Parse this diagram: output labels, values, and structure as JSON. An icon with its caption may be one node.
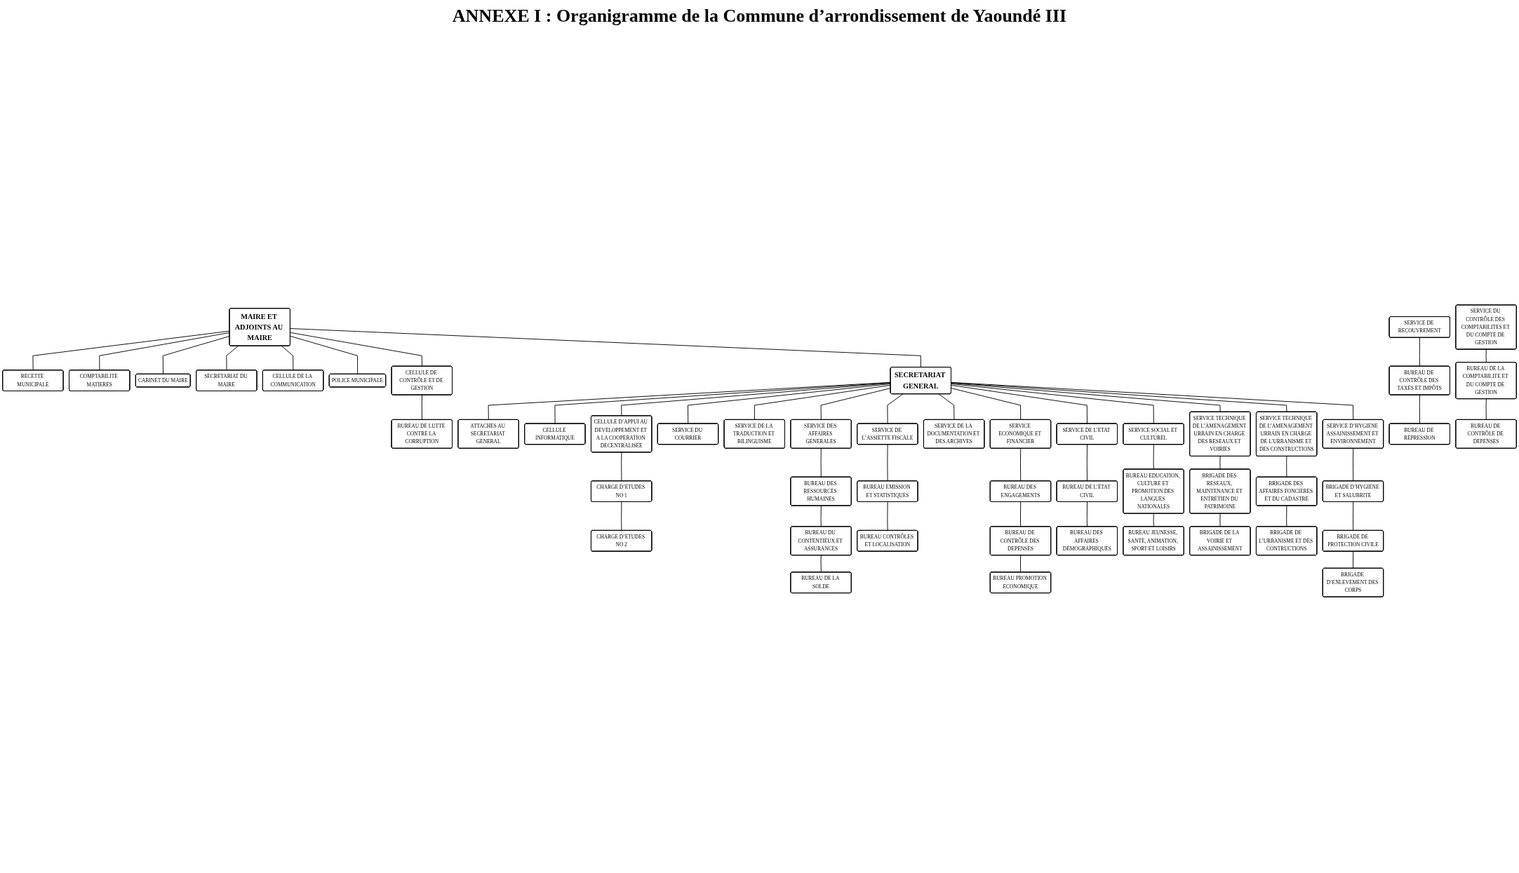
{
  "diagram": {
    "title": "ANNEXE I : Organigramme de la Commune d’arrondissement de Yaoundé III",
    "nodes": [
      {
        "text": [
          "RECETTE MUNICIPALE"
        ]
      },
      {
        "text": [
          "MAIRE ET ADJOINTS AU MAIRE"
        ]
      },
      {
        "text": [
          "CELLULE DE LA COMMUNICATION"
        ]
      },
      {
        "text": [
          "SERVICE DU CONTRÔLE DES COMPTABILITES ET DU COMPTE DE GESTION"
        ]
      },
      {
        "text": [
          "SERVICE DE RECOUVREMENT"
        ]
      },
      {
        "text": [
          "COMPTABILITE MATIERES"
        ]
      },
      {
        "text": [
          "POLICE MUNICIPALE"
        ]
      },
      {
        "text": [
          "CABINET DU MAIRE"
        ]
      },
      {
        "text": [
          "BUREAU DE CONTRÔLE DES TAXES ET IMPÔTS"
        ]
      },
      {
        "text": [
          "CELLULE DE CONTRÔLE ET DE GESTION"
        ]
      },
      {
        "text": [
          "SECRETARIAT DU MAIRE"
        ]
      },
      {
        "text": [
          "SECRETARIAT GENERAL"
        ]
      },
      {
        "text": [
          "BUREAU DE LA COMPTABILITE ET DU COMPTE DE GESTION"
        ]
      },
      {
        "text": [
          "ATTACHES AU SECRETARIAT GENERAL"
        ]
      },
      {
        "text": [
          "BUREAU DE REPRESSION"
        ]
      },
      {
        "text": [
          "BUREAU DE LUTTE CONTRE LA CORRUPTION"
        ]
      },
      {
        "text": [
          "BUREAU DE CONTRÔLE DE DEPENSES"
        ]
      },
      {
        "text": [
          "CELLULE INFORMATIQUE"
        ]
      },
      {
        "text": [
          "CELLULE D’APPUI AU DEVELOPPEMENT ET A LA COOPERATION DECENTRALISEE"
        ]
      },
      {
        "text": [
          "CHARGE D’ETUDES NO 1"
        ]
      },
      {
        "text": [
          "SERVICE DU COURRIER"
        ]
      },
      {
        "text": [
          "SERVICE DE LA TRADUCTION ET BILINGUISME"
        ]
      },
      {
        "text": [
          "CHARGE D’ETUDES NO 2"
        ]
      },
      {
        "text": [
          "SERVICE DES AFFAIRES GENERALES"
        ]
      },
      {
        "text": [
          "SERVICE DE L’ASSIETTE FISCALE"
        ]
      },
      {
        "text": [
          "SERVICE DE LA DOCUMENTATION ET DES ARCHIVES"
        ]
      },
      {
        "text": [
          "SERVICE ECONOMIQUE ET FINANCIER"
        ]
      },
      {
        "text": [
          "SERVICE DE L’ETAT CIVIL"
        ]
      },
      {
        "text": [
          "SERVICE SOCIAL ET CULTUREL"
        ]
      },
      {
        "text": [
          "SERVICE TECHNIQUE DE L’AMENAGEMENT URBAIN EN CHARGE DES RESEAUX ET VOIRIES"
        ]
      },
      {
        "text": [
          "SERVICE TECHNIQUE DE L’AMENAGEMENT URBAIN EN CHARGE DE L’URBANISME ET DES CONSTRUCTIONS"
        ]
      },
      {
        "text": [
          "SERVICE D’HYGIENE ASSAINISSEMENT ET ENVIRONNEMENT"
        ]
      },
      {
        "text": [
          "BUREAU DES RESSOURCES HUMAINES"
        ]
      },
      {
        "text": [
          "BUREAU EMISSION ET STATISTIQUES"
        ]
      },
      {
        "text": [
          "BUREAU DES ENGAGEMENTS"
        ]
      },
      {
        "text": [
          "BUREAU DE L’ETAT CIVIL"
        ]
      },
      {
        "text": [
          "BUREAU EDUCATION, CULTURE ET PROMOTION DES LANGUES NATIONALES"
        ]
      },
      {
        "text": [
          "BRIGADE DES RESEAUX, MAINTENANCE ET ENTRETIEN DU PATRIMOINE"
        ]
      },
      {
        "text": [
          "BRIGADE D’HYGIENE ET SALUBRITE"
        ]
      },
      {
        "text": [
          "BRIGADE DES AFFAIRES FONCIERES ET DU CADASTRE"
        ]
      },
      {
        "text": [
          "BUREAU DU CONTENTIEUX ET ASSURANCES"
        ]
      },
      {
        "text": [
          "BUREAU CONTRÔLES ET LOCALISATION"
        ]
      },
      {
        "text": [
          "BUREAU DE CONTRÔLE DES DEPENSES"
        ]
      },
      {
        "text": [
          "BUREAU DES AFFAIRES DEMOGRAPHIQUES"
        ]
      },
      {
        "text": [
          "BUREAU JEUNESSE, SANTE, ANIMATION, SPORT ET LOISIRS"
        ]
      },
      {
        "text": [
          "BRIGADE DE PROTECTION CIVILE"
        ]
      },
      {
        "text": [
          "BRIGADE DE LA VOIRIE ET ASSAINISSEMENT"
        ]
      },
      {
        "text": [
          "BRIGADE DE L’URBANISME ET DES CONTRUCTIONS"
        ]
      },
      {
        "text": [
          "BUREAU DE LA SOLDE"
        ]
      },
      {
        "text": [
          "BUREAU PROMOTION ECONOMIQUE"
        ]
      },
      {
        "text": [
          "BRIGADE D’ENLEVEMENT DES CORPS"
        ]
      }
    ],
    "edges": [
      {
        "from": 1,
        "to": 0,
        "arrow": "none"
      },
      {
        "from": 1,
        "to": 5,
        "arrow": "none"
      },
      {
        "from": 1,
        "to": 7,
        "arrow": "none"
      },
      {
        "from": 1,
        "to": 10,
        "arrow": "none"
      },
      {
        "from": 1,
        "to": 2,
        "arrow": "none"
      },
      {
        "from": 1,
        "to": 6,
        "arrow": "none"
      },
      {
        "from": 1,
        "to": 9,
        "arrow": "none"
      },
      {
        "from": 1,
        "to": 11,
        "arrow": "none"
      },
      {
        "from": 3,
        "to": 12,
        "arrow": "none"
      },
      {
        "from": 12,
        "to": 16,
        "arrow": "none"
      },
      {
        "from": 4,
        "to": 8,
        "arrow": "none"
      },
      {
        "from": 8,
        "to": 14,
        "arrow": "none"
      },
      {
        "from": 9,
        "to": 15,
        "arrow": "none"
      },
      {
        "from": 11,
        "to": 13,
        "arrow": "none"
      },
      {
        "from": 11,
        "to": 17,
        "arrow": "none"
      },
      {
        "from": 11,
        "to": 18,
        "arrow": "none"
      },
      {
        "from": 11,
        "to": 20,
        "arrow": "none"
      },
      {
        "from": 11,
        "to": 21,
        "arrow": "none"
      },
      {
        "from": 18,
        "to": 19,
        "arrow": "none"
      },
      {
        "from": 19,
        "to": 22,
        "arrow": "none"
      },
      {
        "from": 11,
        "to": 23,
        "arrow": "none"
      },
      {
        "from": 11,
        "to": 24,
        "arrow": "none"
      },
      {
        "from": 11,
        "to": 25,
        "arrow": "none"
      },
      {
        "from": 11,
        "to": 26,
        "arrow": "none"
      },
      {
        "from": 11,
        "to": 27,
        "arrow": "none"
      },
      {
        "from": 11,
        "to": 28,
        "arrow": "none"
      },
      {
        "from": 11,
        "to": 29,
        "arrow": "none"
      },
      {
        "from": 11,
        "to": 30,
        "arrow": "none"
      },
      {
        "from": 11,
        "to": 31,
        "arrow": "none"
      },
      {
        "from": 23,
        "to": 32,
        "arrow": "none"
      },
      {
        "from": 32,
        "to": 40,
        "arrow": "none"
      },
      {
        "from": 40,
        "to": 48,
        "arrow": "none"
      },
      {
        "from": 24,
        "to": 33,
        "arrow": "none"
      },
      {
        "from": 33,
        "to": 41,
        "arrow": "none"
      },
      {
        "from": 26,
        "to": 34,
        "arrow": "none"
      },
      {
        "from": 34,
        "to": 42,
        "arrow": "none"
      },
      {
        "from": 42,
        "to": 49,
        "arrow": "none"
      },
      {
        "from": 27,
        "to": 35,
        "arrow": "none"
      },
      {
        "from": 35,
        "to": 43,
        "arrow": "none"
      },
      {
        "from": 28,
        "to": 36,
        "arrow": "none"
      },
      {
        "from": 36,
        "to": 44,
        "arrow": "none"
      },
      {
        "from": 29,
        "to": 37,
        "arrow": "none"
      },
      {
        "from": 37,
        "to": 46,
        "arrow": "none"
      },
      {
        "from": 30,
        "to": 39,
        "arrow": "none"
      },
      {
        "from": 39,
        "to": 47,
        "arrow": "none"
      },
      {
        "from": 31,
        "to": 38,
        "arrow": "none"
      },
      {
        "from": 38,
        "to": 45,
        "arrow": "none"
      },
      {
        "from": 45,
        "to": 50,
        "arrow": "none"
      }
    ]
  }
}
